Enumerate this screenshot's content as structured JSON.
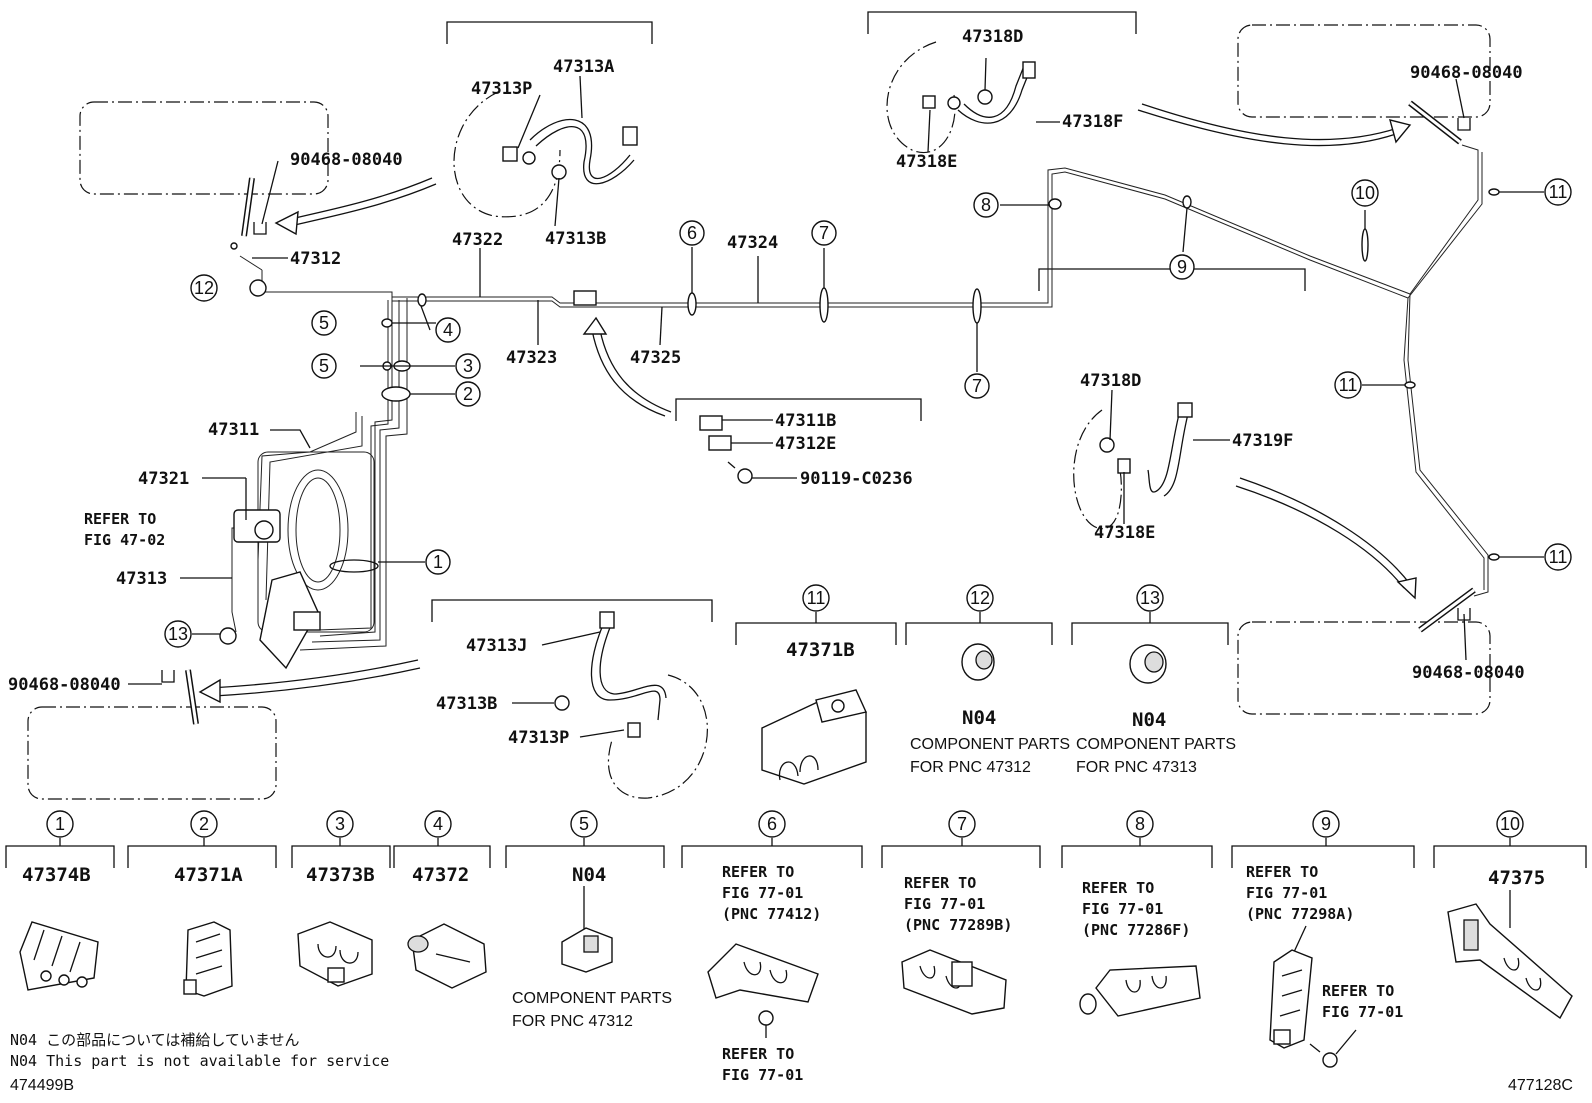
{
  "parts": {
    "p47313A": "47313A",
    "p47313P_top": "47313P",
    "p47313B_top": "47313B",
    "p47322": "47322",
    "p47312": "47312",
    "p90468_tl": "90468-08040",
    "p47318D_top": "47318D",
    "p47318F": "47318F",
    "p47318E_top": "47318E",
    "p90468_tr": "90468-08040",
    "p47324": "47324",
    "p47323": "47323",
    "p47325": "47325",
    "p47311": "47311",
    "p47321": "47321",
    "refer_0702_a": "REFER TO",
    "refer_0702_b": "FIG 47-02",
    "p47313": "47313",
    "p47311B": "47311B",
    "p47312E": "47312E",
    "p90119": "90119-C0236",
    "p47318D_mid": "47318D",
    "p47319F": "47319F",
    "p47318E_mid": "47318E",
    "p90468_br": "90468-08040",
    "p47313J": "47313J",
    "p47313B_bot": "47313B",
    "p47313P_bot": "47313P",
    "p90468_bl": "90468-08040"
  },
  "callouts": {
    "c1": "1",
    "c2": "2",
    "c3": "3",
    "c4": "4",
    "c5a": "5",
    "c5b": "5",
    "c6": "6",
    "c7a": "7",
    "c7b": "7",
    "c8": "8",
    "c9": "9",
    "c10": "10",
    "c11a": "11",
    "c11b": "11",
    "c11c": "11",
    "c12": "12",
    "c13": "13"
  },
  "mid_panels": {
    "m11": {
      "num": "11",
      "part": "47371B"
    },
    "m12": {
      "num": "12",
      "part": "N04",
      "line1": "COMPONENT PARTS",
      "line2": "FOR PNC 47312"
    },
    "m13": {
      "num": "13",
      "part": "N04",
      "line1": "COMPONENT PARTS",
      "line2": "FOR PNC 47313"
    }
  },
  "bottom_panels": {
    "b1": {
      "num": "1",
      "part": "47374B"
    },
    "b2": {
      "num": "2",
      "part": "47371A"
    },
    "b3": {
      "num": "3",
      "part": "47373B"
    },
    "b4": {
      "num": "4",
      "part": "47372"
    },
    "b5": {
      "num": "5",
      "part": "N04",
      "line1": "COMPONENT PARTS",
      "line2": "FOR PNC 47312"
    },
    "b6": {
      "num": "6",
      "r1": "REFER TO",
      "r2": "FIG 77-01",
      "r3": "(PNC 77412)",
      "s1": "REFER TO",
      "s2": "FIG 77-01"
    },
    "b7": {
      "num": "7",
      "r1": "REFER TO",
      "r2": "FIG 77-01",
      "r3": "(PNC 77289B)"
    },
    "b8": {
      "num": "8",
      "r1": "REFER TO",
      "r2": "FIG 77-01",
      "r3": "(PNC 77286F)"
    },
    "b9": {
      "num": "9",
      "r1": "REFER TO",
      "r2": "FIG 77-01",
      "r3": "(PNC 77298A)",
      "s1": "REFER TO",
      "s2": "FIG 77-01"
    },
    "b10": {
      "num": "10",
      "part": "47375"
    }
  },
  "footer": {
    "note_jp": "N04 この部品については補給していません",
    "note_en": "N04 This part is not available for service",
    "code_left": "474499B",
    "code_right": "477128C"
  }
}
